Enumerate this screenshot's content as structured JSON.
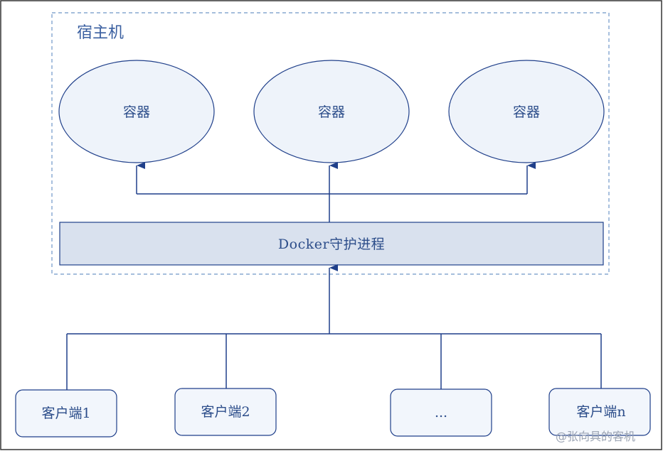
{
  "host": {
    "title": "宿主机"
  },
  "containers": [
    {
      "label": "容器"
    },
    {
      "label": "容器"
    },
    {
      "label": "容器"
    }
  ],
  "daemon": {
    "label": "Docker守护进程"
  },
  "clients": [
    {
      "label": "客户端1"
    },
    {
      "label": "客户端2"
    },
    {
      "label": "..."
    },
    {
      "label": "客户端n"
    }
  ],
  "watermark": "@张向具的客机",
  "colors": {
    "stroke": "#1f3f8a",
    "container_fill": "#eef3fa",
    "daemon_fill": "#d9e1ee",
    "client_fill": "#f2f6fc",
    "host_border": "#6f97c8",
    "frame_border": "#333333"
  }
}
